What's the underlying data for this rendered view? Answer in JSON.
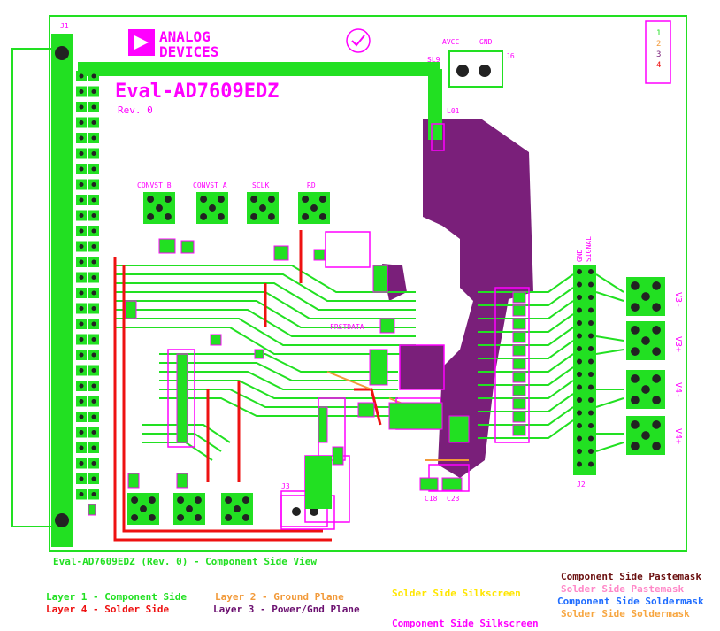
{
  "colors": {
    "layer1": "#22e022",
    "layer2": "#f29a3a",
    "layer3": "#7a1f7a",
    "layer4": "#ee1111",
    "silk_solder": "#ffe600",
    "silk_component": "#ff00ff",
    "paste_component": "#6b1010",
    "paste_solder": "#ff88c8",
    "mask_component": "#1e6cff",
    "mask_solder": "#f7a640",
    "title": "#222222",
    "board_outline": "#22e022",
    "pad_fill": "#22e022",
    "pad_hole": "#ffffff"
  },
  "board": {
    "brand_line1": "ANALOG",
    "brand_line2": "DEVICES",
    "board_title": "Eval-AD7609EDZ",
    "revision": "Rev. 0",
    "corner_mark": "J1",
    "layer_numbers": [
      "1",
      "2",
      "3",
      "4"
    ]
  },
  "labels": {
    "avcc": "AVCC",
    "gnd": "GND",
    "j6": "J6",
    "sl9": "SL9",
    "l01": "L01",
    "convst_b": "CONVST_B",
    "convst_a": "CONVST_A",
    "sclk": "SCLK",
    "rd": "RD",
    "frstdata": "FRSTDATA",
    "gnd_v": "GND",
    "signal_v": "SIGNAL",
    "j2": "J2",
    "j3": "J3",
    "c23": "C23",
    "c18": "C18",
    "v3_minus": "V3-",
    "v3_plus": "V3+",
    "v4_minus": "V4-",
    "v4_plus": "V4+"
  },
  "legend": {
    "title": "Eval-AD7609EDZ (Rev. 0) - Component Side View",
    "layer1": "Layer 1 - Component Side",
    "layer2": "Layer 2 - Ground Plane",
    "layer3": "Layer 3 - Power/Gnd Plane",
    "layer4": "Layer 4 - Solder Side",
    "silk_solder": "Solder Side Silkscreen",
    "silk_component": "Component Side Silkscreen",
    "paste_component": "Component Side Pastemask",
    "paste_solder": "Solder Side Pastemask",
    "mask_component": "Component Side Soldermask",
    "mask_solder": "Solder Side Soldermask"
  }
}
